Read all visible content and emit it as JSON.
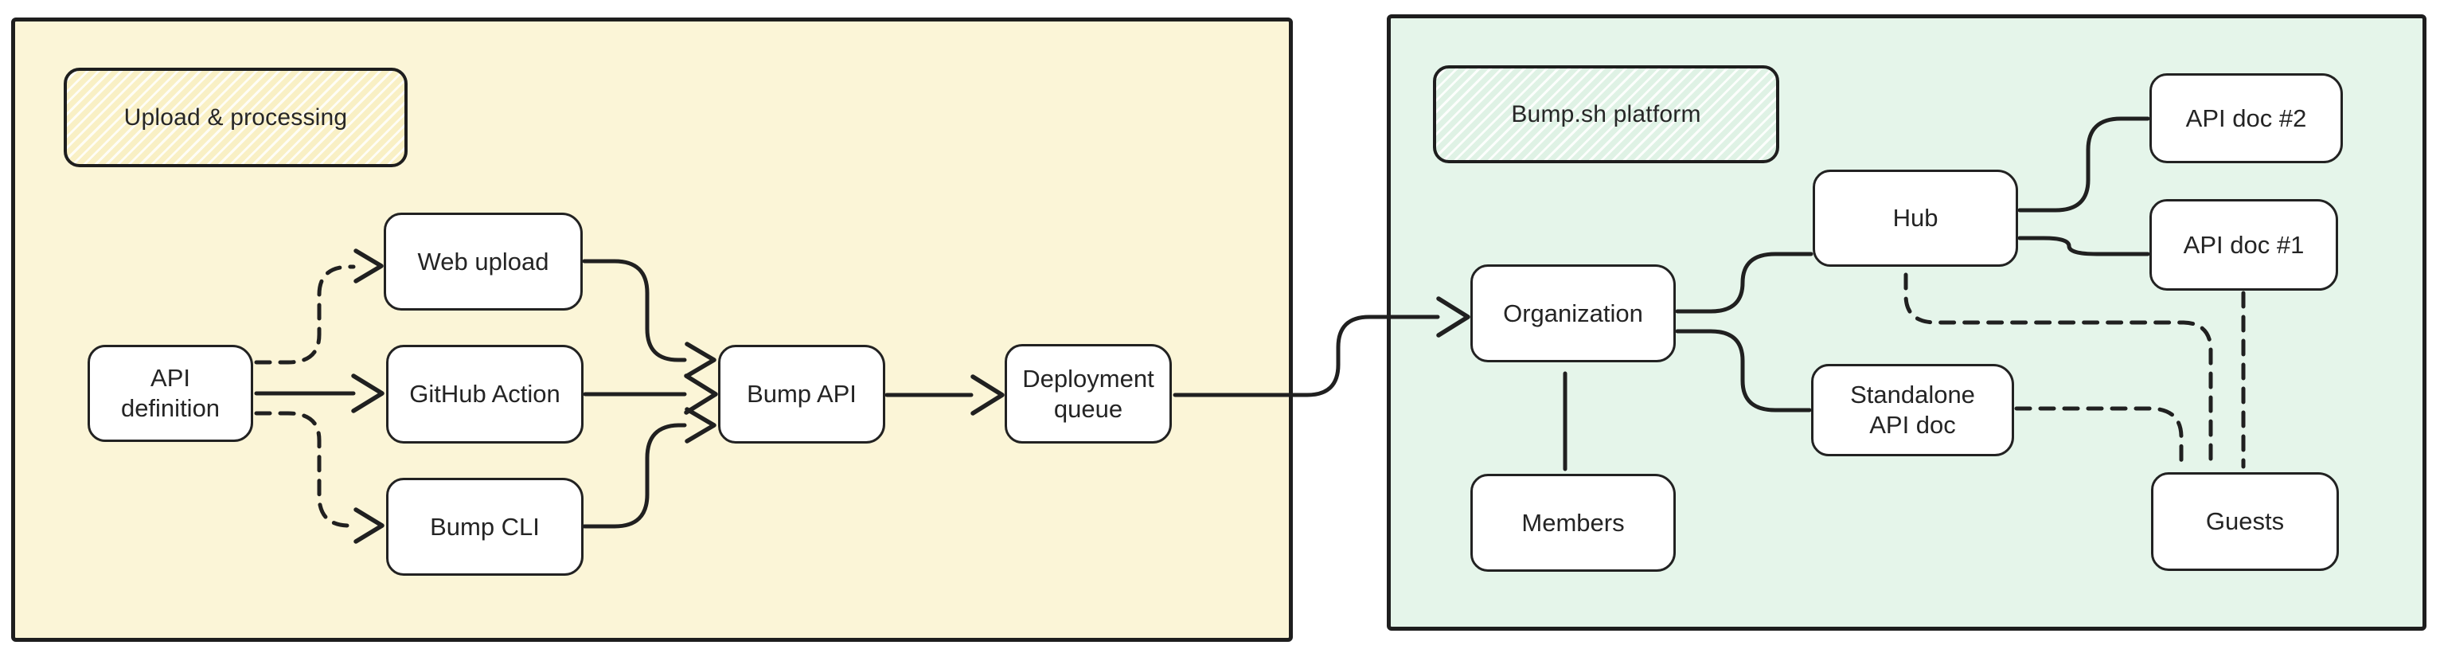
{
  "panels": {
    "upload": {
      "label": "Upload & processing",
      "bg_color": "#FBF5D7",
      "label_fill": "#F9F0C5",
      "hatch": "white-diagonal"
    },
    "platform": {
      "label": "Bump.sh platform",
      "bg_color": "#E5F5EA",
      "label_fill": "#DFF2E5",
      "hatch": "white-diagonal"
    }
  },
  "nodes": {
    "api_definition": {
      "label": "API definition"
    },
    "web_upload": {
      "label": "Web upload"
    },
    "github_action": {
      "label": "GitHub Action"
    },
    "bump_cli": {
      "label": "Bump CLI"
    },
    "bump_api": {
      "label": "Bump API"
    },
    "deployment_queue": {
      "label": "Deployment queue"
    },
    "organization": {
      "label": "Organization"
    },
    "members": {
      "label": "Members"
    },
    "hub": {
      "label": "Hub"
    },
    "api_doc_2": {
      "label": "API doc #2"
    },
    "api_doc_1": {
      "label": "API doc #1"
    },
    "standalone_api_doc": {
      "label": "Standalone API doc"
    },
    "guests": {
      "label": "Guests"
    }
  },
  "edges": [
    {
      "from": "api_definition",
      "to": "web_upload",
      "style": "dashed",
      "arrow": true
    },
    {
      "from": "api_definition",
      "to": "github_action",
      "style": "solid",
      "arrow": true
    },
    {
      "from": "api_definition",
      "to": "bump_cli",
      "style": "dashed",
      "arrow": true
    },
    {
      "from": "web_upload",
      "to": "bump_api",
      "style": "solid",
      "arrow": true
    },
    {
      "from": "github_action",
      "to": "bump_api",
      "style": "solid",
      "arrow": true
    },
    {
      "from": "bump_cli",
      "to": "bump_api",
      "style": "solid",
      "arrow": true
    },
    {
      "from": "bump_api",
      "to": "deployment_queue",
      "style": "solid",
      "arrow": true
    },
    {
      "from": "deployment_queue",
      "to": "organization",
      "style": "solid",
      "arrow": true
    },
    {
      "from": "organization",
      "to": "hub",
      "style": "solid",
      "arrow": false
    },
    {
      "from": "organization",
      "to": "standalone_api_doc",
      "style": "solid",
      "arrow": false
    },
    {
      "from": "organization",
      "to": "members",
      "style": "solid",
      "arrow": false
    },
    {
      "from": "hub",
      "to": "api_doc_2",
      "style": "solid",
      "arrow": false
    },
    {
      "from": "hub",
      "to": "api_doc_1",
      "style": "solid",
      "arrow": false
    },
    {
      "from": "hub",
      "to": "guests",
      "style": "dashed",
      "arrow": false
    },
    {
      "from": "api_doc_1",
      "to": "guests",
      "style": "dashed",
      "arrow": false
    },
    {
      "from": "standalone_api_doc",
      "to": "guests",
      "style": "dashed",
      "arrow": false
    }
  ],
  "colors": {
    "ink": "#202020",
    "node_fill": "#FFFFFF",
    "node_border": "#222222"
  }
}
